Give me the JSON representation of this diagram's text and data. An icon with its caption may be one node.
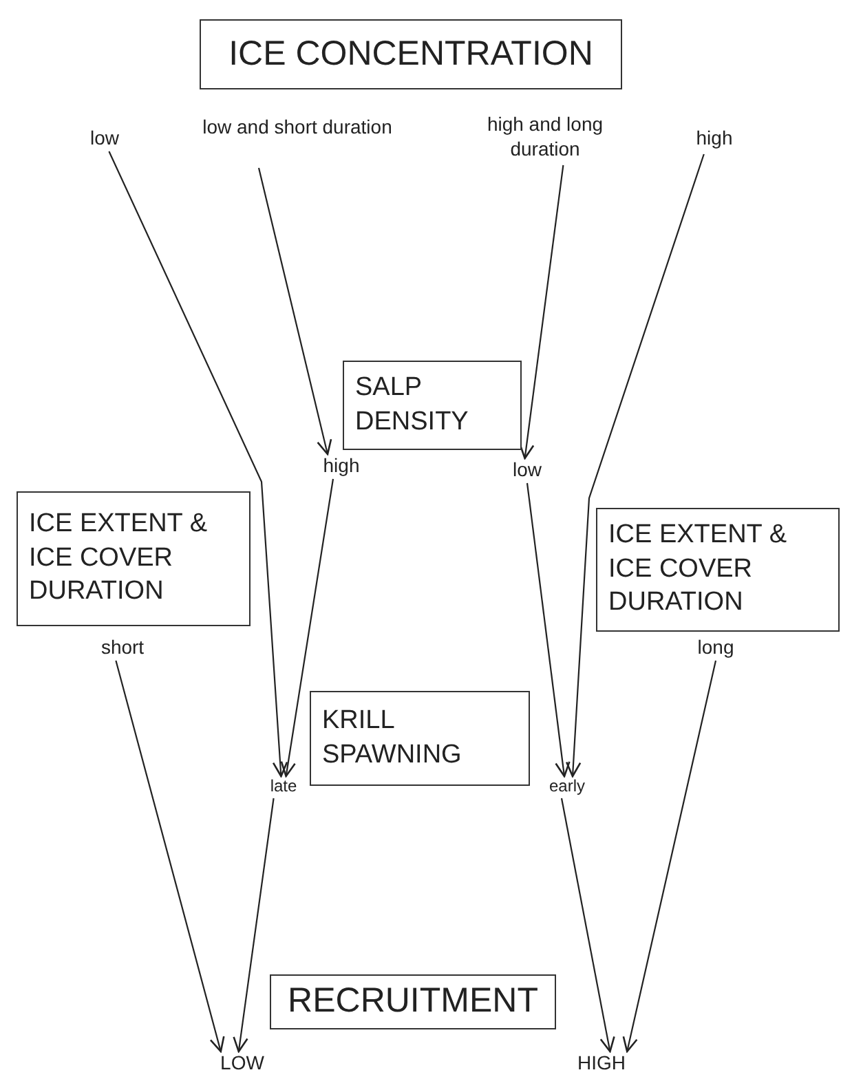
{
  "diagram": {
    "nodes": [
      {
        "text": [
          "ICE CONCENTRATION"
        ]
      },
      {
        "text": [
          "low"
        ]
      },
      {
        "text": [
          "low and short duration"
        ]
      },
      {
        "text": [
          "high and long duration"
        ]
      },
      {
        "text": [
          "high"
        ]
      },
      {
        "text": [
          "SALP DENSITY"
        ]
      },
      {
        "text": [
          "high"
        ]
      },
      {
        "text": [
          "low"
        ]
      },
      {
        "text": [
          "ICE EXTENT & ICE COVER DURATION"
        ]
      },
      {
        "text": [
          "short"
        ]
      },
      {
        "text": [
          "ICE EXTENT & ICE COVER DURATION"
        ]
      },
      {
        "text": [
          "long"
        ]
      },
      {
        "text": [
          "KRILL SPAWNING"
        ]
      },
      {
        "text": [
          "late"
        ]
      },
      {
        "text": [
          "early"
        ]
      },
      {
        "text": [
          "RECRUITMENT"
        ]
      },
      {
        "text": [
          "LOW"
        ]
      },
      {
        "text": [
          "HIGH"
        ]
      }
    ],
    "edges": [
      {
        "from": 1,
        "to": 13,
        "arrow": "to"
      },
      {
        "from": 2,
        "to": 6,
        "arrow": "to"
      },
      {
        "from": 3,
        "to": 7,
        "arrow": "to"
      },
      {
        "from": 4,
        "to": 14,
        "arrow": "to"
      },
      {
        "from": 6,
        "to": 13,
        "arrow": "to"
      },
      {
        "from": 7,
        "to": 14,
        "arrow": "to"
      },
      {
        "from": 9,
        "to": 16,
        "arrow": "to"
      },
      {
        "from": 13,
        "to": 16,
        "arrow": "to"
      },
      {
        "from": 14,
        "to": 17,
        "arrow": "to"
      },
      {
        "from": 11,
        "to": 17,
        "arrow": "to"
      }
    ]
  }
}
